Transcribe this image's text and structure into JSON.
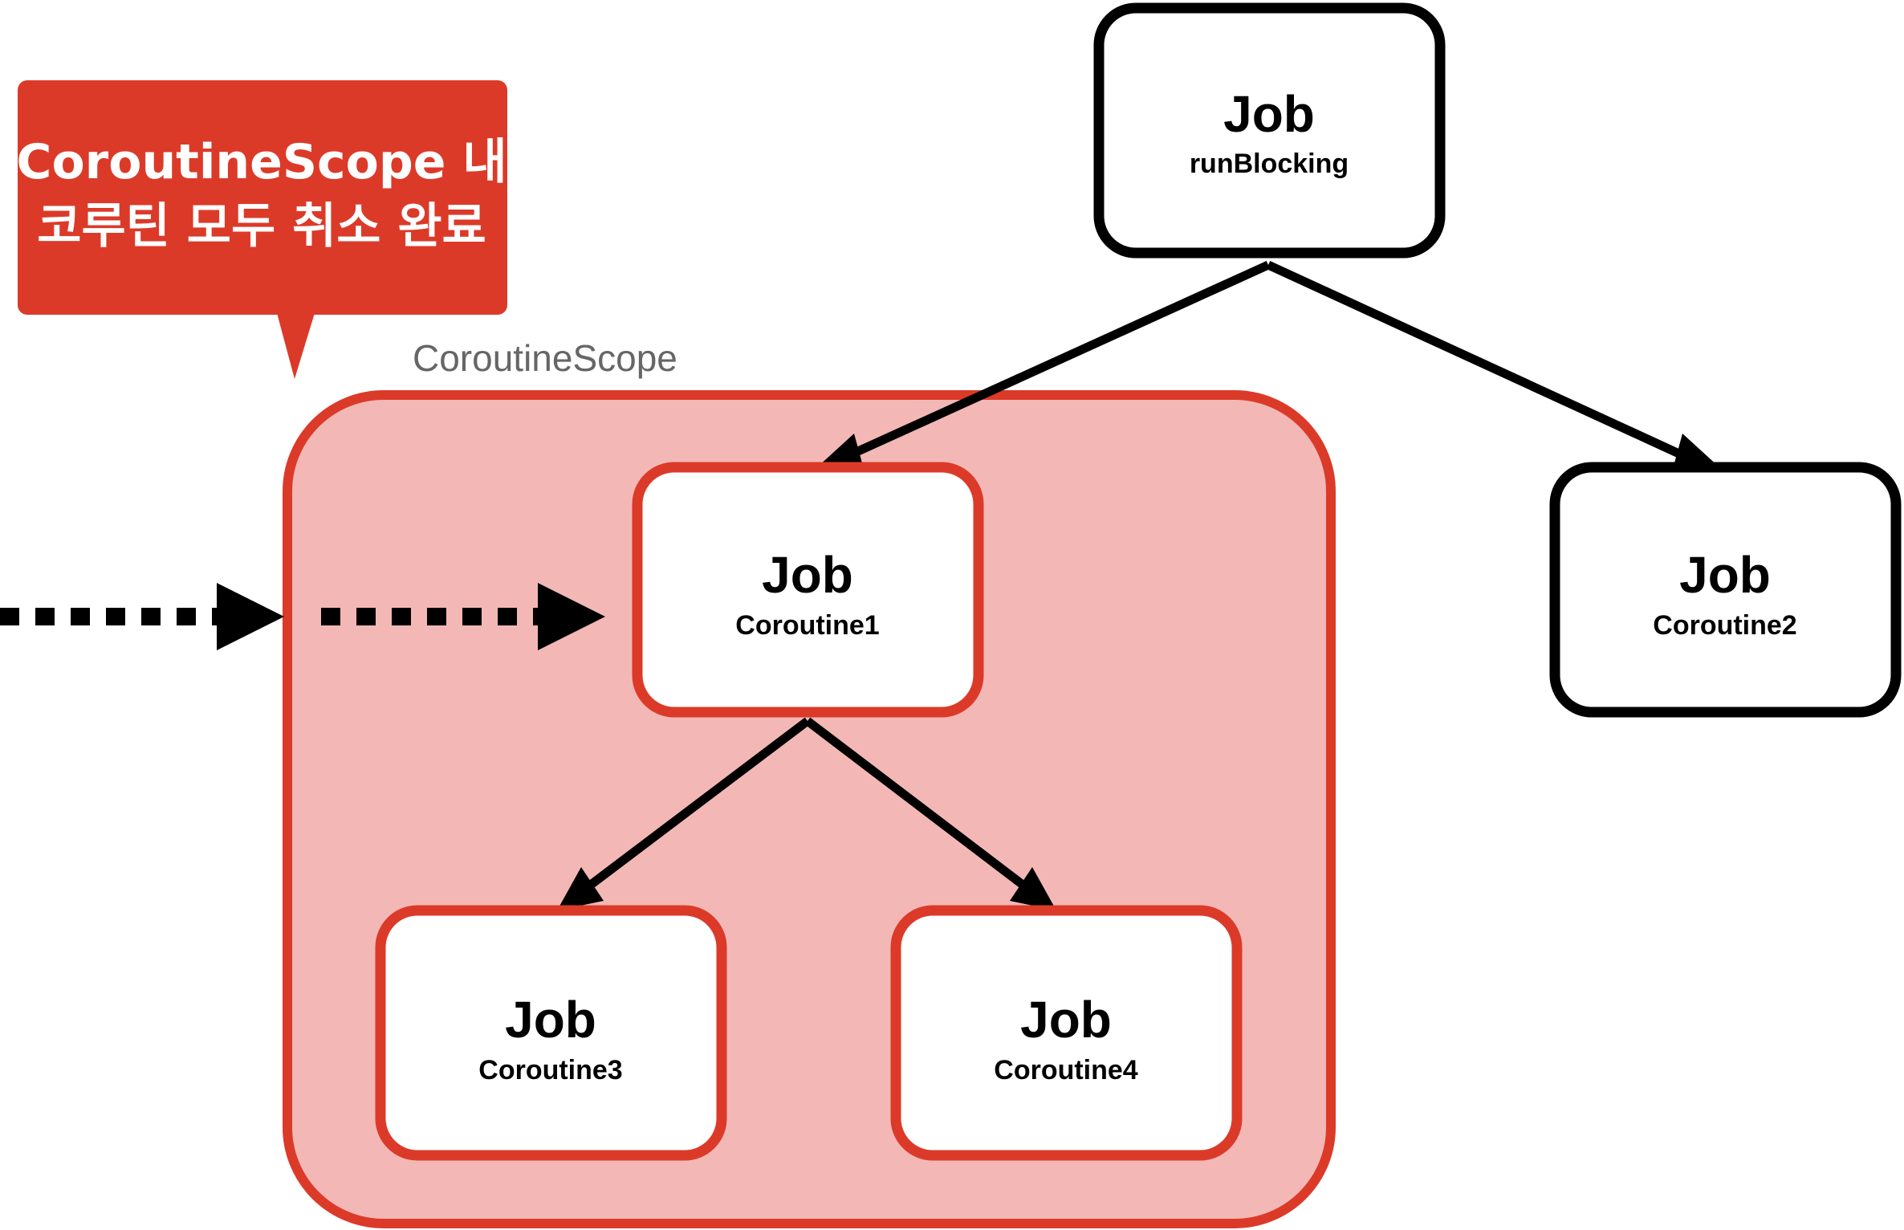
{
  "colors": {
    "accent_red": "#dc3a29",
    "scope_fill": "#f3b8b6",
    "node_black": "#000000",
    "scope_label": "#666666",
    "callout_text": "#ffffff"
  },
  "callout": {
    "line1": "CoroutineScope 내",
    "line2": "코루틴 모두 취소 완료"
  },
  "scope": {
    "label": "CoroutineScope"
  },
  "nodes": {
    "runblocking": {
      "title": "Job",
      "subtitle": "runBlocking"
    },
    "coroutine1": {
      "title": "Job",
      "subtitle": "Coroutine1"
    },
    "coroutine2": {
      "title": "Job",
      "subtitle": "Coroutine2"
    },
    "coroutine3": {
      "title": "Job",
      "subtitle": "Coroutine3"
    },
    "coroutine4": {
      "title": "Job",
      "subtitle": "Coroutine4"
    }
  }
}
